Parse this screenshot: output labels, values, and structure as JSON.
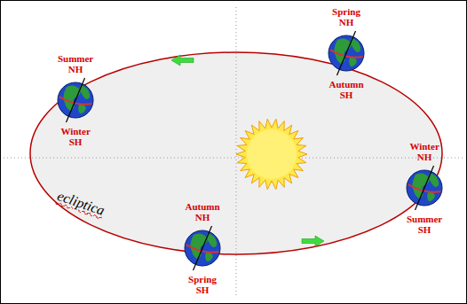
{
  "diagram": {
    "nodes": [
      {
        "text": [
          "Spring NH",
          "Autumn SH"
        ]
      },
      {
        "text": [
          "Summer NH",
          "Winter SH"
        ]
      },
      {
        "text": [
          "Winter NH",
          "Summer SH"
        ]
      },
      {
        "text": [
          "Autumn NH",
          "Spring SH"
        ]
      }
    ],
    "labels": [
      "ecliptica"
    ]
  }
}
